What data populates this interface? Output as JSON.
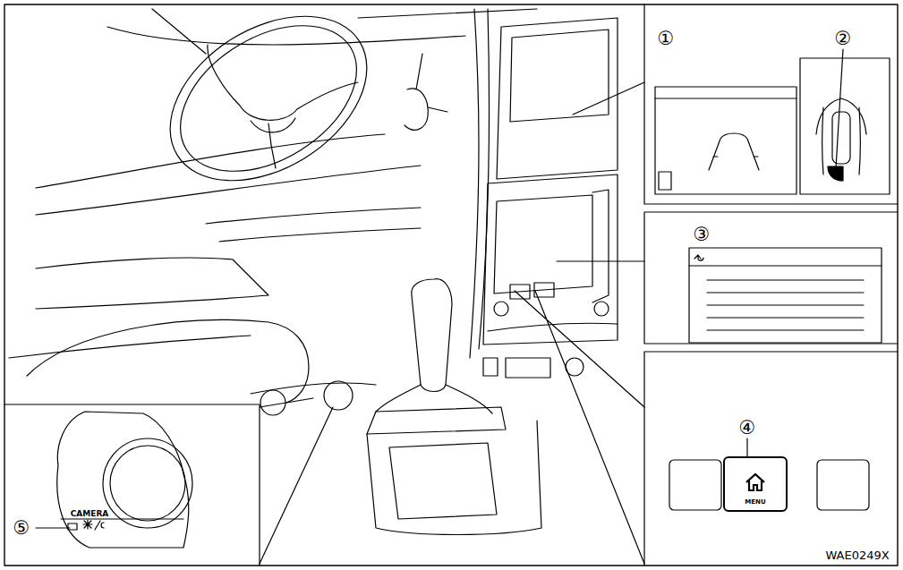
{
  "diagram": {
    "nodes": [
      {
        "text": [
          "MENU"
        ]
      }
    ],
    "labels": [
      "①",
      "②",
      "③",
      "④",
      "⑤",
      "CAMERA",
      "WAE0249X"
    ]
  }
}
